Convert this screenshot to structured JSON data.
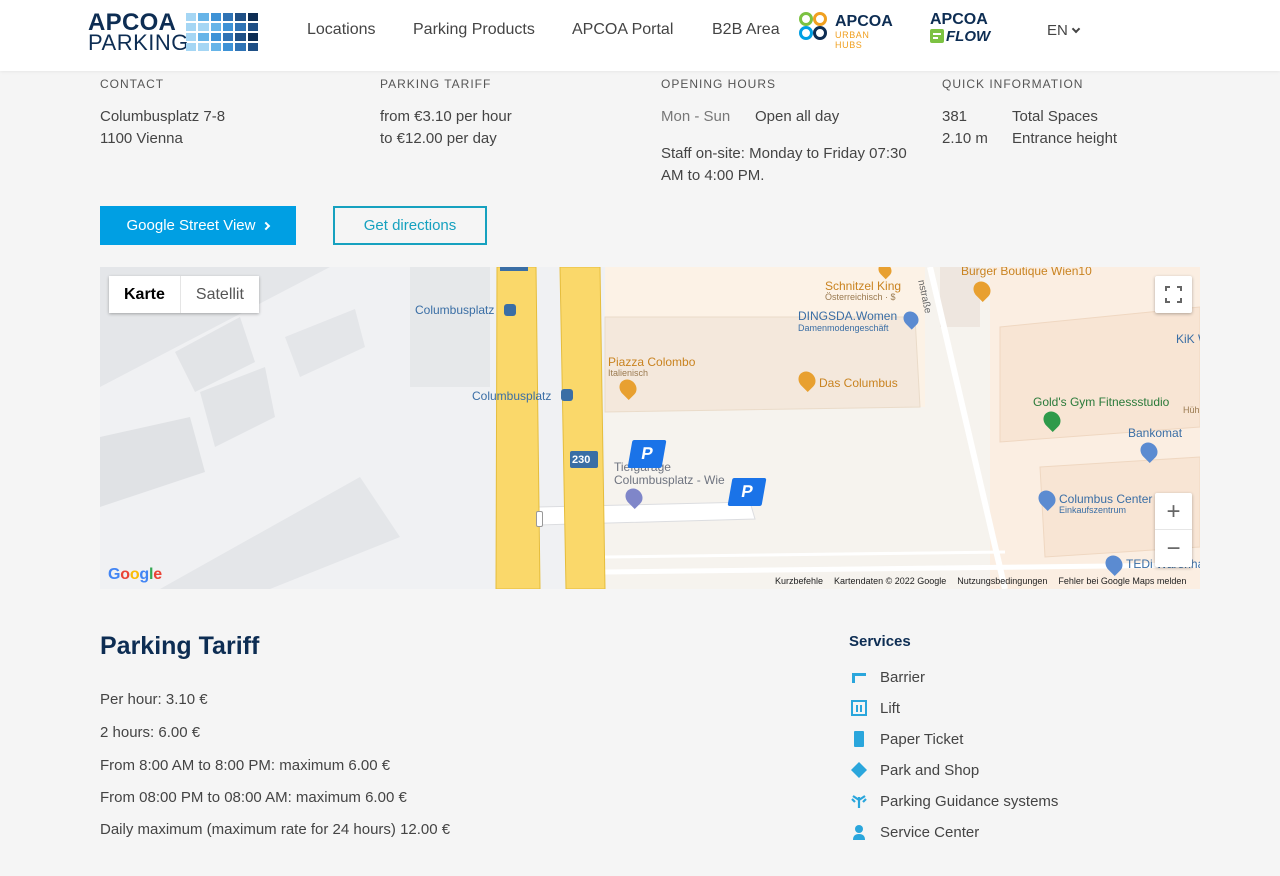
{
  "brand": {
    "line1": "APCOA",
    "line2": "PARKING"
  },
  "nav": {
    "items": [
      "Locations",
      "Parking Products",
      "APCOA Portal",
      "B2B Area"
    ],
    "urban_hubs": {
      "title": "APCOA",
      "subtitle": "URBAN HUBS"
    },
    "flow": {
      "title": "APCOA",
      "subtitle": "FLOW"
    },
    "language": "EN"
  },
  "info": {
    "contact": {
      "title": "CONTACT",
      "lines": [
        "Columbusplatz 7-8",
        "1100 Vienna"
      ]
    },
    "tariff": {
      "title": "PARKING TARIFF",
      "lines": [
        "from €3.10 per hour",
        "to €12.00 per day"
      ]
    },
    "hours": {
      "title": "OPENING HOURS",
      "days": "Mon - Sun",
      "value": "Open all day",
      "staff_line1": "Staff on-site: Monday to Friday 07:30",
      "staff_line2": "AM to 4:00 PM."
    },
    "quick": {
      "title": "QUICK INFORMATION",
      "rows": [
        {
          "value": "381",
          "label": "Total Spaces"
        },
        {
          "value": "2.10 m",
          "label": "Entrance height"
        }
      ]
    }
  },
  "buttons": {
    "street_view": "Google Street View",
    "directions": "Get directions"
  },
  "map": {
    "toggle": {
      "map": "Karte",
      "satellite": "Satellit"
    },
    "labels": {
      "columbusplatz_1": "Columbusplatz",
      "columbusplatz_2": "Columbusplatz",
      "schnitzel": "Schnitzel King",
      "schnitzel_sub": "Österreichisch · $",
      "burger": "Burger Boutique Wien10",
      "dingsda": "DINGSDA.Women",
      "dingsda_sub": "Damenmodengeschäft",
      "kik": "KiK W",
      "piazza": "Piazza Colombo",
      "piazza_sub": "Italienisch",
      "das_columbus": "Das Columbus",
      "golds": "Gold's Gym Fitnessstudio",
      "golds_sub": "Hüh",
      "bankomat": "Bankomat",
      "tiefgarage_1": "Tiefgarage",
      "tiefgarage_2": "Columbusplatz - Wie",
      "columbus_center": "Columbus Center",
      "columbus_center_sub": "Einkaufszentrum",
      "tedi": "TEDi Warenha",
      "street": "nstraße",
      "road_number": "230",
      "parking_symbol": "P",
      "google": "Google"
    },
    "attribution": [
      "Kurzbefehle",
      "Kartendaten © 2022 Google",
      "Nutzungsbedingungen",
      "Fehler bei Google Maps melden"
    ],
    "zoom_in": "+",
    "zoom_out": "−"
  },
  "parking_tariff": {
    "title": "Parking Tariff",
    "lines": [
      "Per hour: 3.10 €",
      "2 hours: 6.00 €",
      "From 8:00 AM to 8:00 PM: maximum 6.00 €",
      "From 08:00 PM to 08:00 AM: maximum 6.00 €",
      "Daily maximum (maximum rate for 24 hours) 12.00 €"
    ]
  },
  "services": {
    "title": "Services",
    "items": [
      {
        "label": "Barrier",
        "icon": "barrier-icon"
      },
      {
        "label": "Lift",
        "icon": "lift-icon"
      },
      {
        "label": "Paper Ticket",
        "icon": "ticket-icon"
      },
      {
        "label": "Park and Shop",
        "icon": "shop-diamond-icon"
      },
      {
        "label": "Parking Guidance systems",
        "icon": "guidance-icon"
      },
      {
        "label": "Service Center",
        "icon": "service-person-icon"
      }
    ]
  },
  "colors": {
    "brand_navy": "#0d2d53",
    "accent_blue": "#009fe3",
    "outline_teal": "#16a1bf",
    "icon_blue": "#2aa6dc"
  }
}
